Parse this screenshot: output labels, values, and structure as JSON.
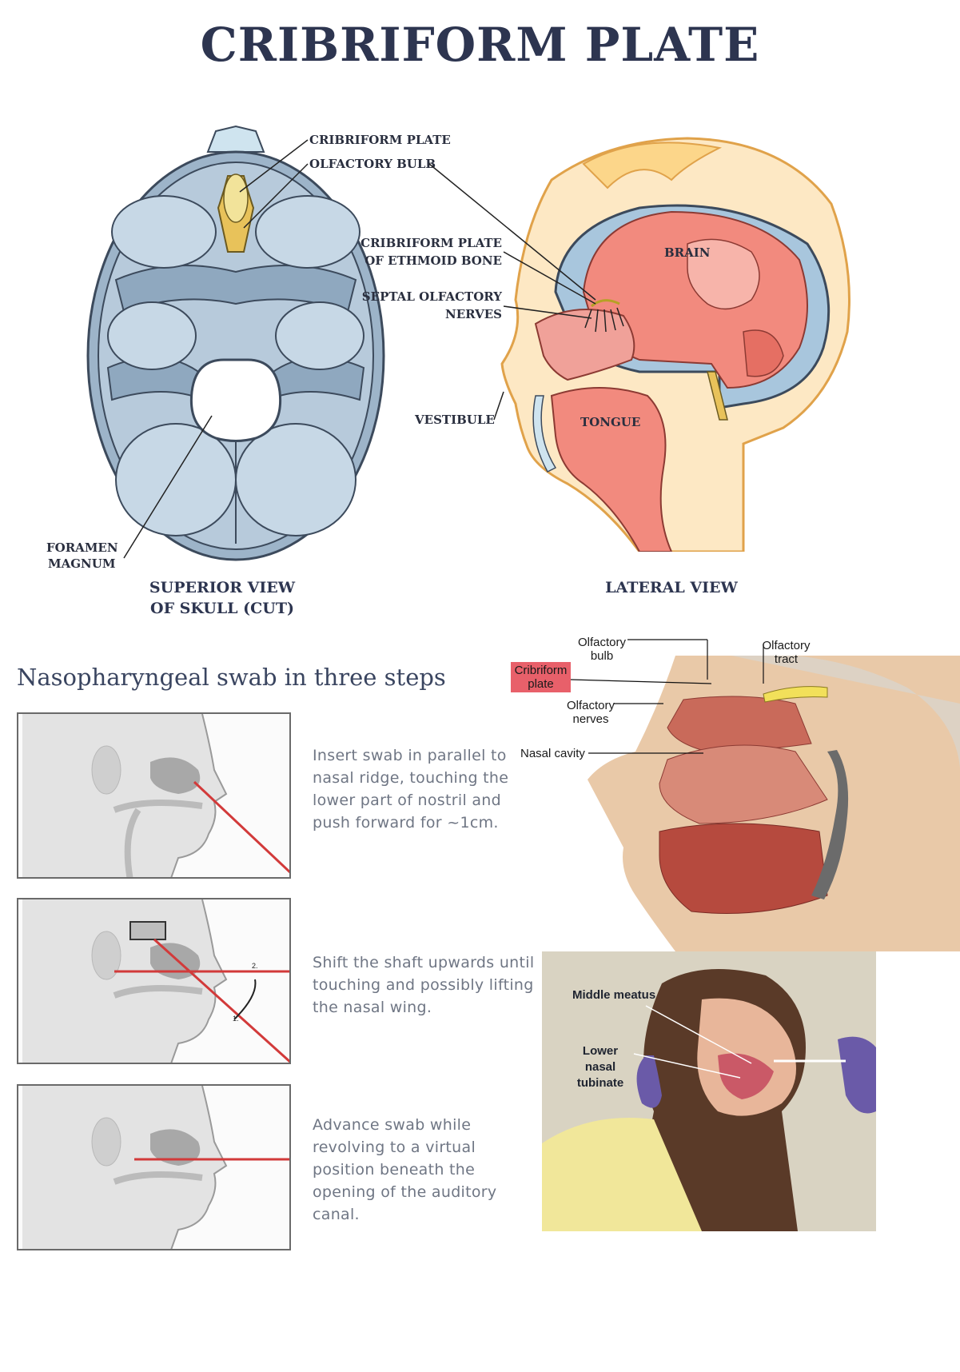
{
  "title": "CRIBRIFORM PLATE",
  "top_diagram": {
    "skull_labels": {
      "cribriform_plate": "CRIBRIFORM PLATE",
      "olfactory_bulb": "OLFACTORY BULB",
      "foramen_magnum_l1": "FORAMEN",
      "foramen_magnum_l2": "MAGNUM"
    },
    "head_labels": {
      "cribriform_ethmoid_l1": "CRIBRIFORM PLATE",
      "cribriform_ethmoid_l2": "OF ETHMOID BONE",
      "septal_l1": "SEPTAL OLFACTORY",
      "septal_l2": "NERVES",
      "vestibule": "VESTIBULE",
      "brain": "BRAIN",
      "tongue": "TONGUE"
    },
    "captions": {
      "superior_l1": "SUPERIOR VIEW",
      "superior_l2": "OF SKULL (CUT)",
      "lateral": "LATERAL VIEW"
    }
  },
  "swab": {
    "title": "Nasopharyngeal swab in three steps",
    "steps": [
      {
        "lines": [
          "Insert swab in parallel to",
          "nasal ridge, touching the",
          "lower part of nostril and",
          "push forward for ~1cm."
        ]
      },
      {
        "lines": [
          "Shift the shaft upwards until",
          "touching and possibly lifting",
          "the nasal wing."
        ]
      },
      {
        "lines": [
          "Advance swab while",
          "revolving to a virtual",
          "position beneath the",
          "opening of the auditory",
          "canal."
        ]
      }
    ],
    "angle_marks": {
      "one": "1.",
      "two": "2."
    }
  },
  "sagittal": {
    "olfactory_bulb_l1": "Olfactory",
    "olfactory_bulb_l2": "bulb",
    "olfactory_tract_l1": "Olfactory",
    "olfactory_tract_l2": "tract",
    "cribriform_l1": "Cribriform",
    "cribriform_l2": "plate",
    "olfactory_nerves_l1": "Olfactory",
    "olfactory_nerves_l2": "nerves",
    "nasal_cavity": "Nasal cavity",
    "highlight_color": "#e8606a"
  },
  "patient": {
    "middle_meatus": "Middle meatus",
    "lower_l1": "Lower nasal",
    "lower_l2": "tubinate"
  }
}
